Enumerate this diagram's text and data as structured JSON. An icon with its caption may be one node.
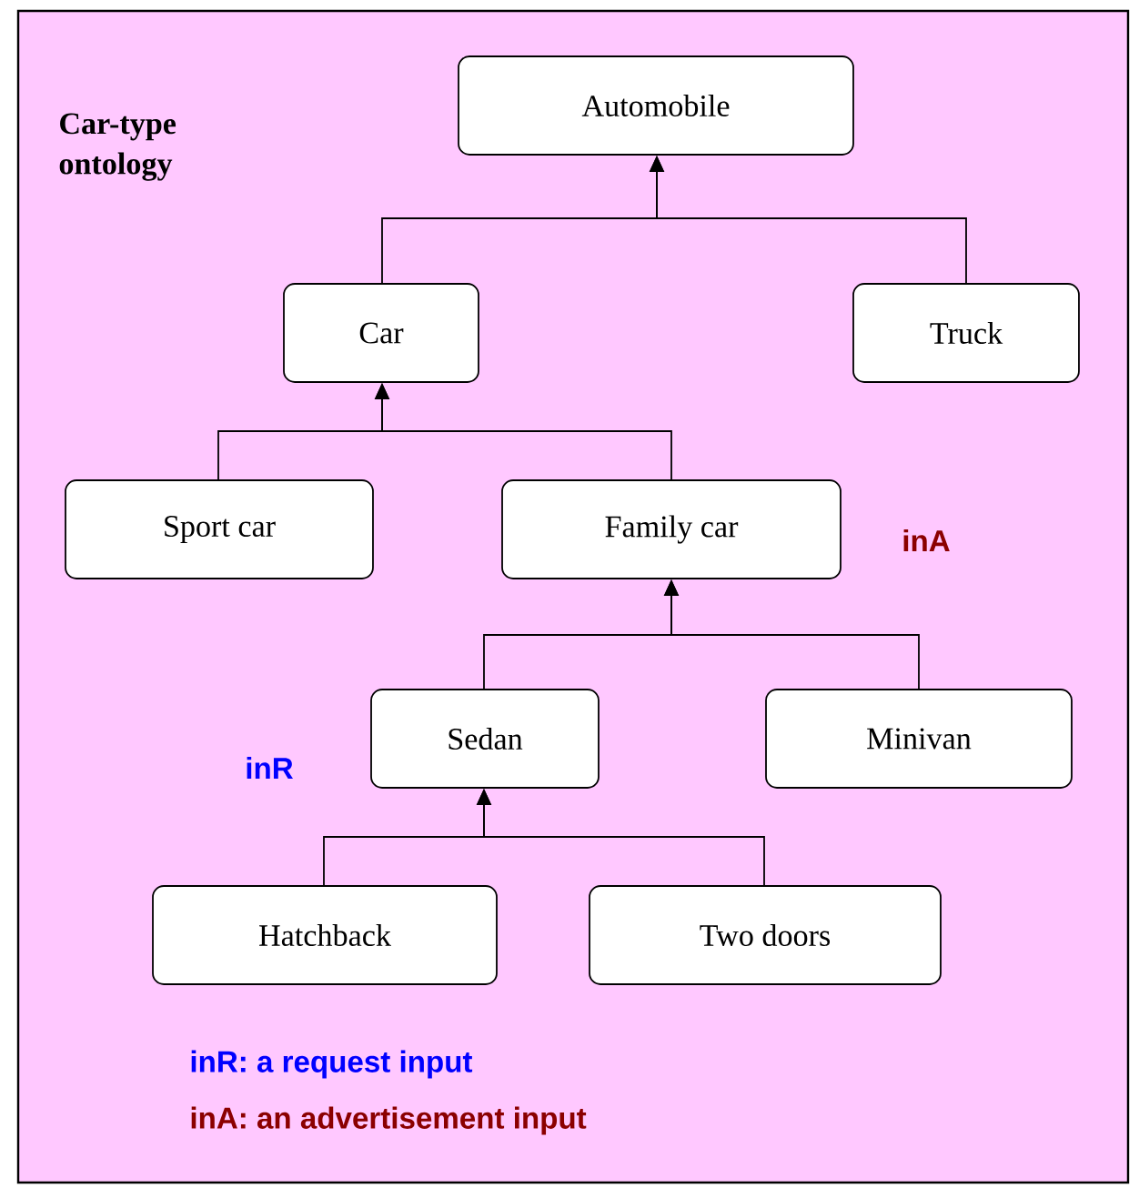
{
  "diagram": {
    "title": "Car-type ontology",
    "nodes": [
      {
        "text": [
          "Automobile"
        ]
      },
      {
        "text": [
          "Car"
        ]
      },
      {
        "text": [
          "Truck"
        ]
      },
      {
        "text": [
          "Sport car"
        ]
      },
      {
        "text": [
          "Family car"
        ]
      },
      {
        "text": [
          "Sedan"
        ]
      },
      {
        "text": [
          "Minivan"
        ]
      },
      {
        "text": [
          "Hatchback"
        ]
      },
      {
        "text": [
          "Two doors"
        ]
      }
    ],
    "edges": [
      {
        "from": 1,
        "to": 0,
        "arrow": "to"
      },
      {
        "from": 2,
        "to": 0,
        "arrow": "to"
      },
      {
        "from": 3,
        "to": 1,
        "arrow": "to"
      },
      {
        "from": 4,
        "to": 1,
        "arrow": "to"
      },
      {
        "from": 5,
        "to": 4,
        "arrow": "to"
      },
      {
        "from": 6,
        "to": 4,
        "arrow": "to"
      },
      {
        "from": 7,
        "to": 5,
        "arrow": "to"
      },
      {
        "from": 8,
        "to": 5,
        "arrow": "to"
      }
    ],
    "labels": [
      "inA",
      "inR",
      "inR: a request input",
      "inA: an advertisement input"
    ]
  }
}
